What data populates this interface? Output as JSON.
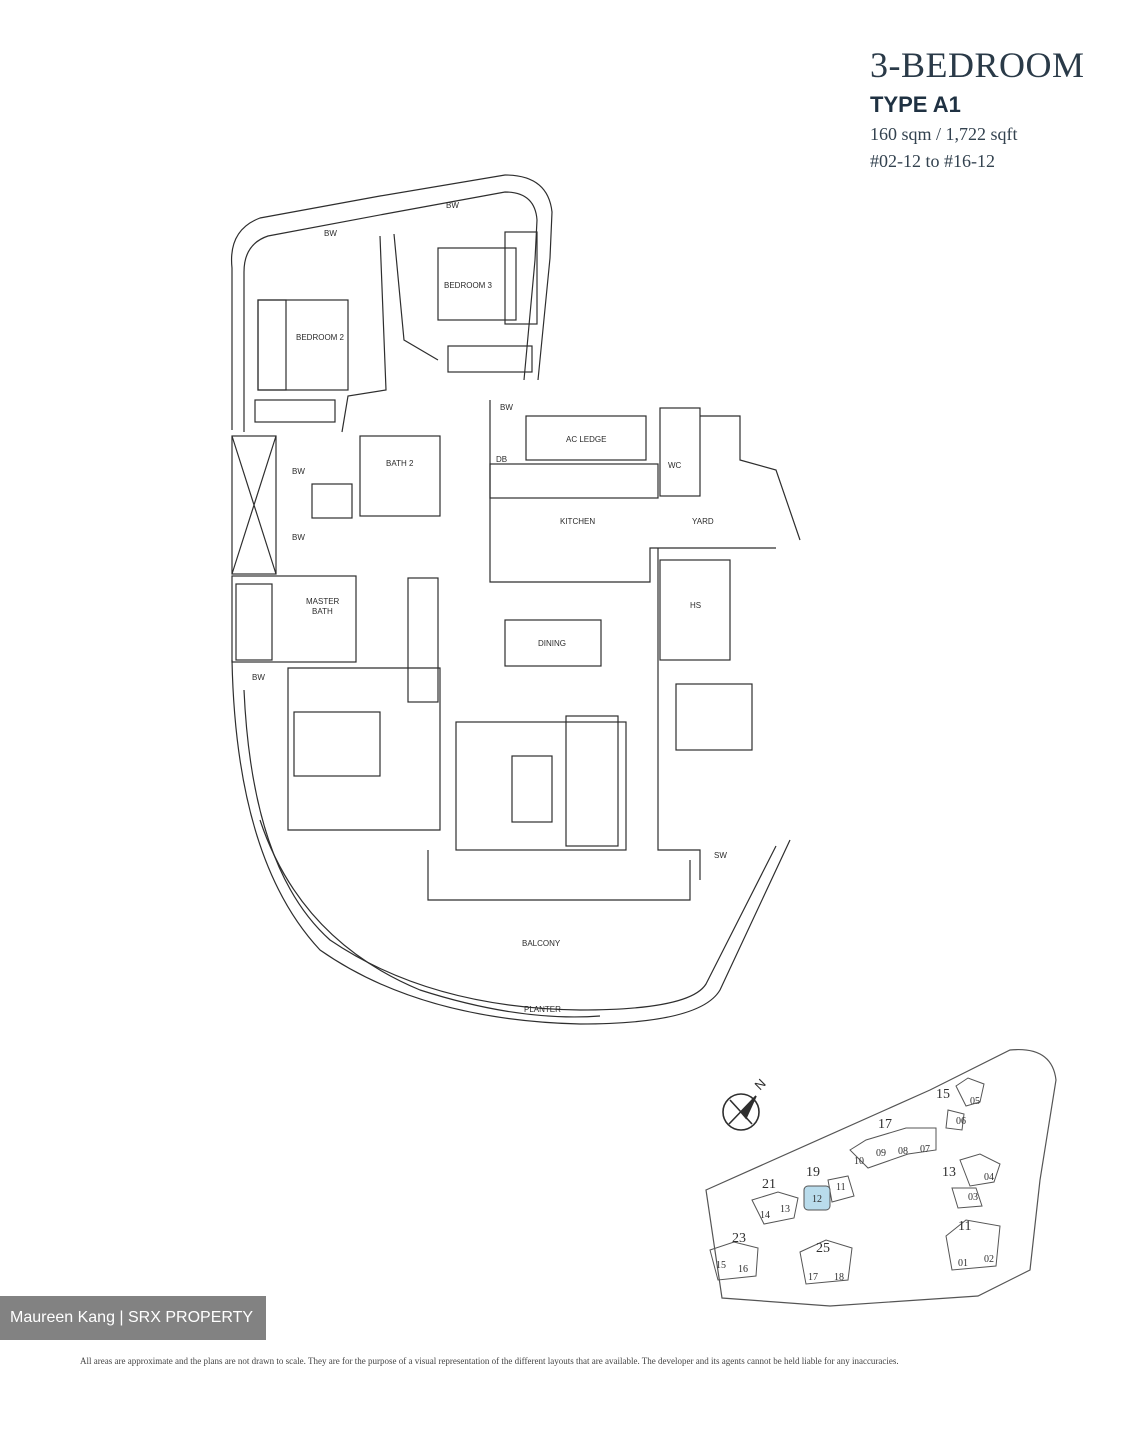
{
  "header": {
    "title": "3-BEDROOM",
    "type": "TYPE A1",
    "area": "160 sqm / 1,722 sqft",
    "units": "#02-12 to #16-12"
  },
  "rooms": {
    "bedroom2": "BEDROOM 2",
    "bedroom3": "BEDROOM 3",
    "bath2": "BATH 2",
    "master_bath_1": "MASTER",
    "master_bath_2": "BATH",
    "kitchen": "KITCHEN",
    "yard": "YARD",
    "ac_ledge": "AC LEDGE",
    "wc": "WC",
    "hs": "HS",
    "dining": "DINING",
    "balcony": "BALCONY",
    "planter": "PLANTER",
    "bw": "BW",
    "db": "DB",
    "sw": "SW"
  },
  "north_label": "N",
  "site_plan": {
    "blocks": [
      "15",
      "17",
      "13",
      "19",
      "21",
      "23",
      "25",
      "11"
    ],
    "units": [
      "05",
      "06",
      "07",
      "08",
      "09",
      "10",
      "04",
      "03",
      "11",
      "12",
      "13",
      "14",
      "15",
      "16",
      "17",
      "18",
      "01",
      "02"
    ],
    "highlight_unit": "12",
    "highlight_color": "#b9dcec"
  },
  "watermark": "Maureen Kang | SRX PROPERTY",
  "disclaimer": "All areas are approximate and the plans are not drawn to scale. They are for the purpose of a visual representation of the different layouts that are available. The developer and its agents cannot be held liable for any inaccuracies."
}
